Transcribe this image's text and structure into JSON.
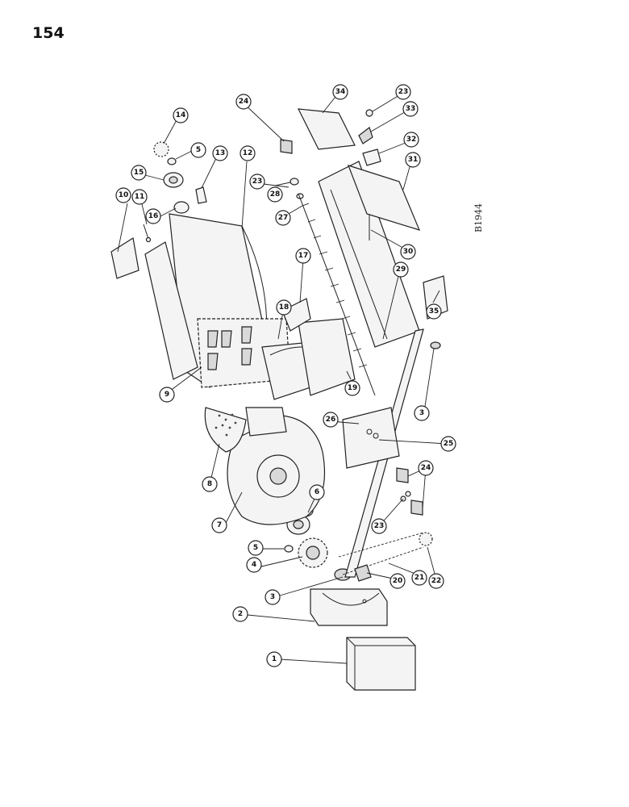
{
  "page": {
    "number": "154"
  },
  "figure": {
    "code": "B1944",
    "callouts": [
      {
        "id": "c1",
        "label": "1"
      },
      {
        "id": "c2",
        "label": "2"
      },
      {
        "id": "c3a",
        "label": "3"
      },
      {
        "id": "c3b",
        "label": "3"
      },
      {
        "id": "c4",
        "label": "4"
      },
      {
        "id": "c5a",
        "label": "5"
      },
      {
        "id": "c5b",
        "label": "5"
      },
      {
        "id": "c6",
        "label": "6"
      },
      {
        "id": "c7",
        "label": "7"
      },
      {
        "id": "c8",
        "label": "8"
      },
      {
        "id": "c9",
        "label": "9"
      },
      {
        "id": "c10",
        "label": "10"
      },
      {
        "id": "c11",
        "label": "11"
      },
      {
        "id": "c12",
        "label": "12"
      },
      {
        "id": "c13",
        "label": "13"
      },
      {
        "id": "c14",
        "label": "14"
      },
      {
        "id": "c15",
        "label": "15"
      },
      {
        "id": "c16",
        "label": "16"
      },
      {
        "id": "c17",
        "label": "17"
      },
      {
        "id": "c18",
        "label": "18"
      },
      {
        "id": "c19",
        "label": "19"
      },
      {
        "id": "c20",
        "label": "20"
      },
      {
        "id": "c21",
        "label": "21"
      },
      {
        "id": "c22",
        "label": "22"
      },
      {
        "id": "c23a",
        "label": "23"
      },
      {
        "id": "c23b",
        "label": "23"
      },
      {
        "id": "c23c",
        "label": "23"
      },
      {
        "id": "c24a",
        "label": "24"
      },
      {
        "id": "c24b",
        "label": "24"
      },
      {
        "id": "c25",
        "label": "25"
      },
      {
        "id": "c26",
        "label": "26"
      },
      {
        "id": "c27",
        "label": "27"
      },
      {
        "id": "c28",
        "label": "28"
      },
      {
        "id": "c29",
        "label": "29"
      },
      {
        "id": "c30",
        "label": "30"
      },
      {
        "id": "c31",
        "label": "31"
      },
      {
        "id": "c32",
        "label": "32"
      },
      {
        "id": "c33",
        "label": "33"
      },
      {
        "id": "c34",
        "label": "34"
      },
      {
        "id": "c35",
        "label": "35"
      }
    ]
  }
}
